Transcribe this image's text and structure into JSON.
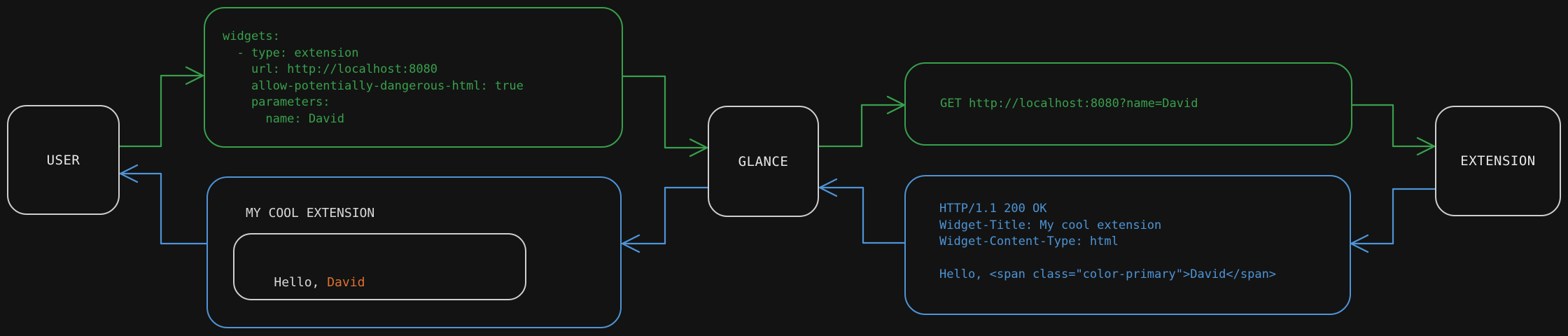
{
  "colors": {
    "background": "#131313",
    "request_green": "#38a04c",
    "response_blue": "#4e94d6",
    "node_border_gray": "#cfcfcf",
    "text_light": "#e8e8e8",
    "accent_orange": "#de712e"
  },
  "nodes": {
    "user": {
      "label": "USER"
    },
    "glance": {
      "label": "GLANCE"
    },
    "extension": {
      "label": "EXTENSION"
    }
  },
  "config_box": {
    "lines": [
      "widgets:",
      "  - type: extension",
      "    url: http://localhost:8080",
      "    allow-potentially-dangerous-html: true",
      "    parameters:",
      "      name: David"
    ]
  },
  "request_box": {
    "text": "GET http://localhost:8080?name=David"
  },
  "response_box": {
    "lines": [
      "HTTP/1.1 200 OK",
      "Widget-Title: My cool extension",
      "Widget-Content-Type: html",
      "",
      "Hello, <span class=\"color-primary\">David</span>"
    ]
  },
  "widget_preview": {
    "title": "MY COOL EXTENSION",
    "greeting_prefix": "Hello, ",
    "greeting_name": "David"
  }
}
